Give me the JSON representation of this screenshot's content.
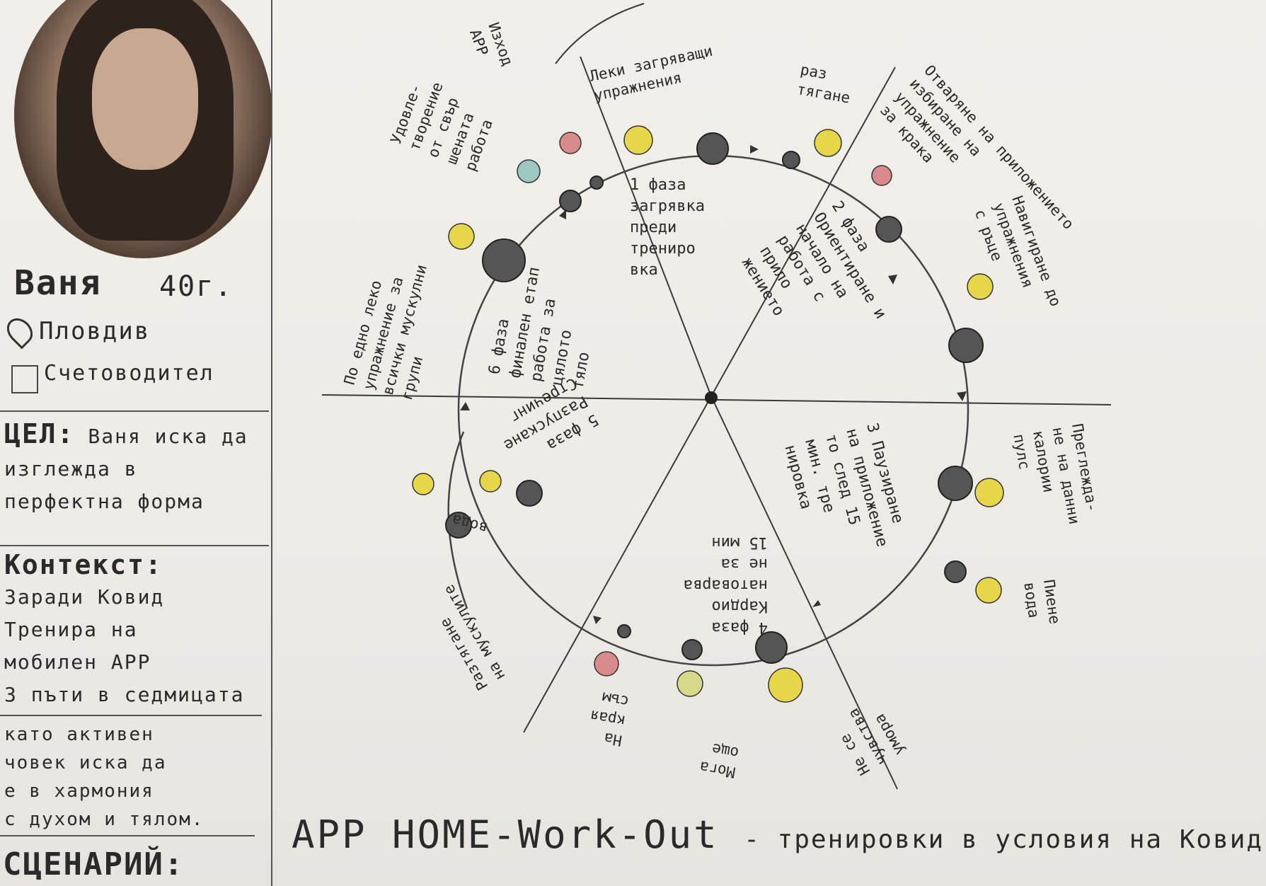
{
  "persona": {
    "name": "Ваня",
    "age": "40г.",
    "city": "Пловдив",
    "job": "Счетоводител",
    "goal_label": "ЦЕЛ:",
    "goal_text": "Ваня иска да изглежда в перфектна форма",
    "context_label": "Контекст:",
    "context_lines": [
      "Заради Ковид",
      "Тренира на",
      "мобилен APP",
      "3 пъти в седмицата"
    ],
    "motivation_lines": [
      "като активен",
      "човек иска да",
      "е в хармония",
      "с духом и тялом."
    ],
    "scenario_label": "СЦЕНАРИЙ:"
  },
  "diagram": {
    "phases": [
      {
        "id": 1,
        "lines": [
          "1 фаза",
          "загрявка",
          "преди",
          "трениро",
          "вка"
        ]
      },
      {
        "id": 2,
        "lines": [
          "2 фаза",
          "Ориентиране и",
          "начало на",
          "работа с",
          "прило",
          "жението"
        ]
      },
      {
        "id": 3,
        "lines": [
          "3 Паузиране",
          "на приложение",
          "то след 15",
          "мин. тре",
          "нировка"
        ]
      },
      {
        "id": 4,
        "lines": [
          "4 фаза",
          "Кардио",
          "натоварва",
          "не за",
          "15 мин"
        ]
      },
      {
        "id": 5,
        "lines": [
          "5 фаза",
          "Разпускане",
          "Стречинг"
        ]
      },
      {
        "id": 6,
        "lines": [
          "6 фаза",
          "финален етап",
          "работа за",
          "цялото",
          "тяло"
        ]
      }
    ],
    "outer_notes": [
      {
        "id": "n1",
        "lines": [
          "Леки загряващи",
          "упражнения"
        ]
      },
      {
        "id": "n2",
        "lines": [
          "раз",
          "тягане"
        ]
      },
      {
        "id": "n3",
        "lines": [
          "Отваряне на приложението",
          "избиране на",
          "упражнение",
          "за крака"
        ]
      },
      {
        "id": "n4",
        "lines": [
          "Навигиране до",
          "упражнения",
          "с ръце"
        ]
      },
      {
        "id": "n5",
        "lines": [
          "Преглежда-",
          "не на данни",
          "калории",
          "пулс"
        ]
      },
      {
        "id": "n6",
        "lines": [
          "Пиене",
          "вода"
        ]
      },
      {
        "id": "n7",
        "lines": [
          "Не се",
          "чувства",
          "умора"
        ]
      },
      {
        "id": "n8",
        "lines": [
          "Мога",
          "още"
        ]
      },
      {
        "id": "n9",
        "lines": [
          "На",
          "края",
          "съм"
        ]
      },
      {
        "id": "n10",
        "lines": [
          "Разтягане",
          "на мускулите"
        ]
      },
      {
        "id": "n11",
        "lines": [
          "вода"
        ]
      },
      {
        "id": "n12",
        "lines": [
          "По едно леко",
          "упражнение за",
          "всички мускулни",
          "групи"
        ]
      },
      {
        "id": "n13",
        "lines": [
          "Удовле-",
          "творение",
          "от свър",
          "шената",
          "работа"
        ]
      },
      {
        "id": "n14",
        "lines": [
          "Изход",
          "APP"
        ]
      }
    ]
  },
  "footer": {
    "title": "APP HOME-Work-Out",
    "subtitle": "- тренировки в условия на Ковид"
  },
  "colors": {
    "ink": "#2a2a2a",
    "pencil": "#4a4a4a",
    "face_yellow": "#e8d64a",
    "face_red": "#d98a8a",
    "face_teal": "#9cc8c0"
  }
}
